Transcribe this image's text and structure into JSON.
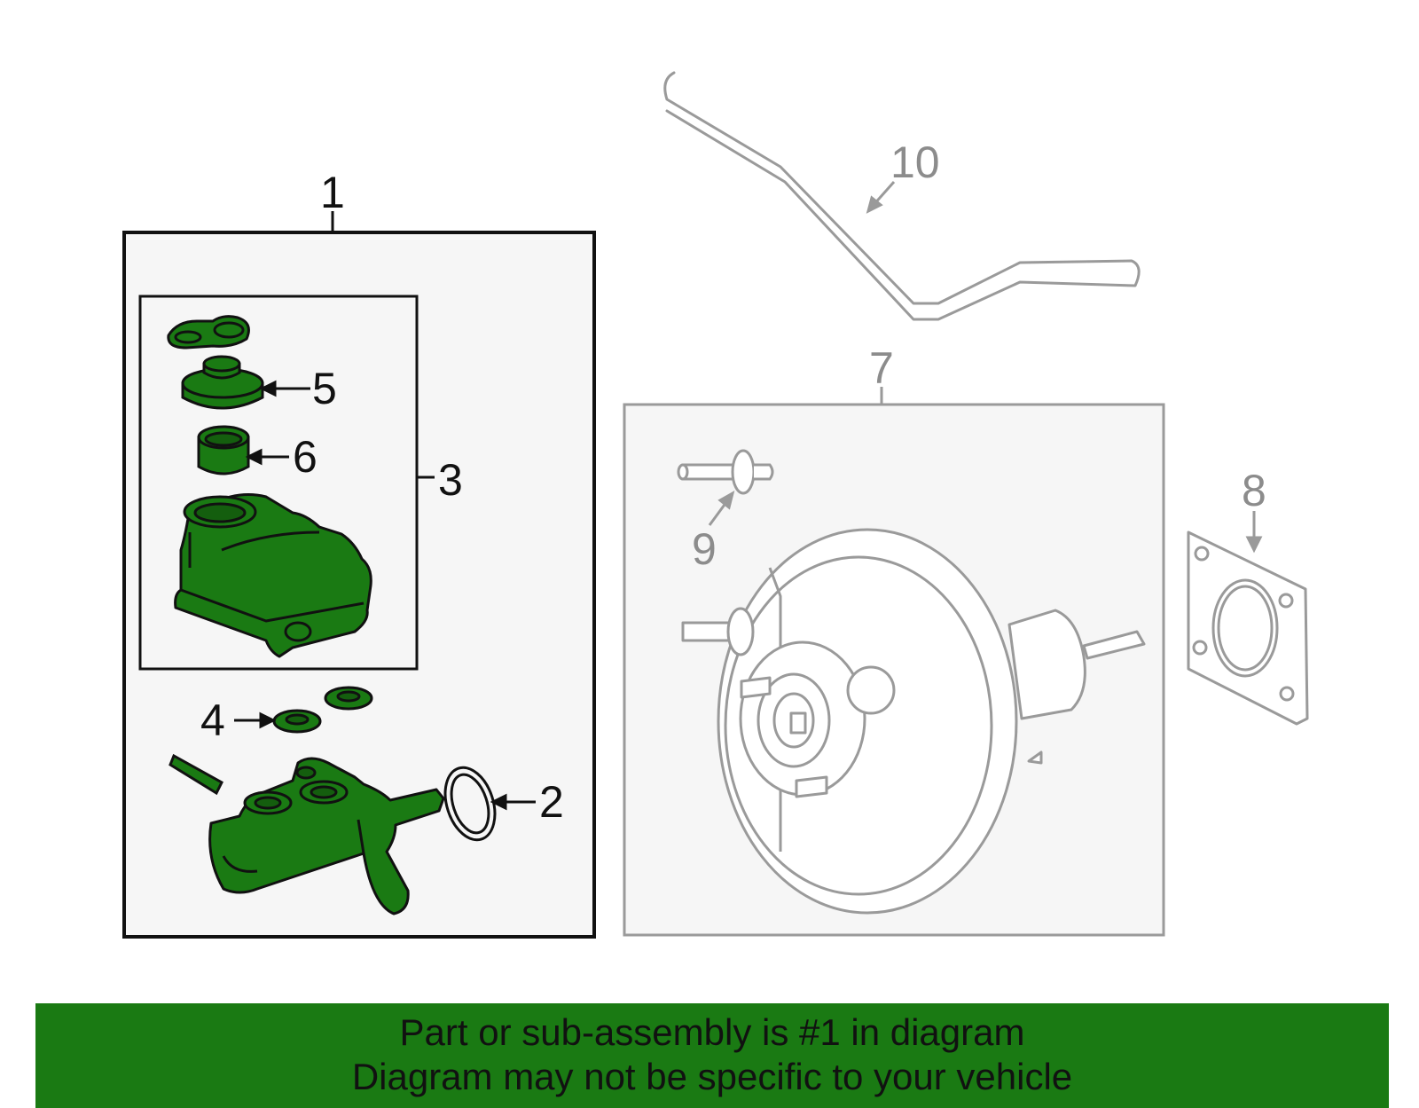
{
  "callouts": {
    "c1": "1",
    "c2": "2",
    "c3": "3",
    "c4": "4",
    "c5": "5",
    "c6": "6",
    "c7": "7",
    "c8": "8",
    "c9": "9",
    "c10": "10"
  },
  "colors": {
    "highlight_part": "#1a7a13",
    "outline_dark": "#111111",
    "outline_grey": "#9a9a9a",
    "box_fill": "#f6f6f6",
    "banner_bg": "#1a7a13"
  },
  "banner": {
    "line1": "Part or sub-assembly is #1 in diagram",
    "line2": "Diagram may not be specific to your vehicle"
  }
}
